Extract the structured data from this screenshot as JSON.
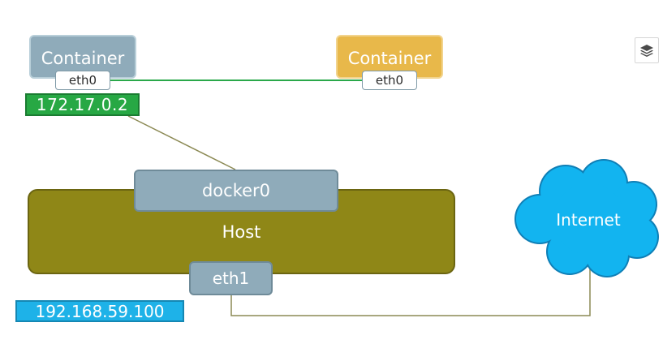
{
  "container_left": {
    "label": "Container",
    "interface": "eth0",
    "ip": "172.17.0.2"
  },
  "container_right": {
    "label": "Container",
    "interface": "eth0"
  },
  "bridge": {
    "label": "docker0"
  },
  "host": {
    "label": "Host",
    "interface": "eth1",
    "ip": "192.168.59.100"
  },
  "internet": {
    "label": "Internet"
  },
  "colors": {
    "container_left": "#8fabba",
    "container_right": "#e8b84a",
    "host": "#8f8717",
    "ip_green": "#27a844",
    "ip_blue": "#1eb2e8",
    "cloud": "#12b4f0",
    "link_green": "#2aa84a",
    "link_olive": "#8c8a55"
  },
  "icons": {
    "layers": "layers-icon",
    "cursor": "cursor-icon"
  }
}
